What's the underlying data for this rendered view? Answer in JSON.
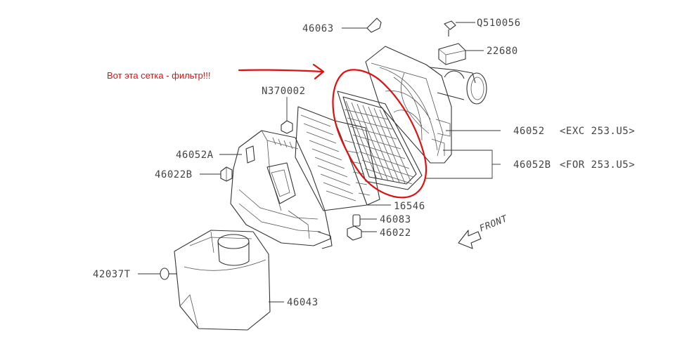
{
  "annotation": {
    "text": "Вот эта сетка - фильтр!!!",
    "color": "#e01010"
  },
  "labels": {
    "p46063": "46063",
    "q510056": "Q510056",
    "p22680": "22680",
    "n370002": "N370002",
    "p46052": "46052",
    "p46052_note": "<EXC 253.U5>",
    "p46052a": "46052A",
    "p46052b": "46052B",
    "p46052b_note": "<FOR 253.U5>",
    "p46022b": "46022B",
    "p16546": "16546",
    "p46083": "46083",
    "p46022": "46022",
    "p42037t": "42037T",
    "p46043": "46043",
    "front": "FRONT"
  },
  "colors": {
    "linework": "#333333",
    "label_text": "#444444",
    "annotation": "#e01010",
    "background": "#ffffff"
  }
}
